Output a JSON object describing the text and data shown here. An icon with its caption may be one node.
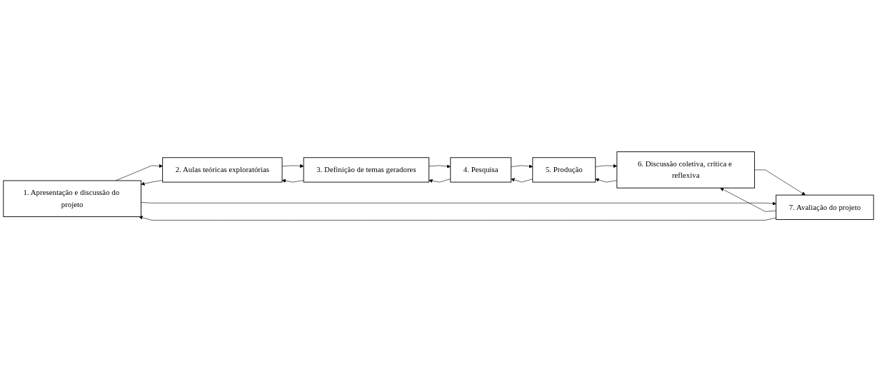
{
  "diagram": {
    "nodes": [
      {
        "text": [
          "1. Apresentação e discussão do projeto"
        ]
      },
      {
        "text": [
          "2. Aulas teóricas exploratórias"
        ]
      },
      {
        "text": [
          "3. Definição de temas geradores"
        ]
      },
      {
        "text": [
          "4. Pesquisa"
        ]
      },
      {
        "text": [
          "5. Produção"
        ]
      },
      {
        "text": [
          "6. Discussão coletiva, crítica e reflexiva"
        ]
      },
      {
        "text": [
          "7. Avaliação do projeto"
        ]
      }
    ],
    "edges": [
      {
        "from": 0,
        "to": 1,
        "arrow": "to"
      },
      {
        "from": 1,
        "to": 0,
        "arrow": "to"
      },
      {
        "from": 1,
        "to": 2,
        "arrow": "to"
      },
      {
        "from": 2,
        "to": 1,
        "arrow": "to"
      },
      {
        "from": 2,
        "to": 3,
        "arrow": "to"
      },
      {
        "from": 3,
        "to": 2,
        "arrow": "to"
      },
      {
        "from": 3,
        "to": 4,
        "arrow": "to"
      },
      {
        "from": 4,
        "to": 3,
        "arrow": "to"
      },
      {
        "from": 4,
        "to": 5,
        "arrow": "to"
      },
      {
        "from": 5,
        "to": 4,
        "arrow": "to"
      },
      {
        "from": 5,
        "to": 6,
        "arrow": "to"
      },
      {
        "from": 6,
        "to": 5,
        "arrow": "to"
      },
      {
        "from": 6,
        "to": 0,
        "arrow": "to"
      },
      {
        "from": 0,
        "to": 6,
        "arrow": "to"
      }
    ]
  }
}
